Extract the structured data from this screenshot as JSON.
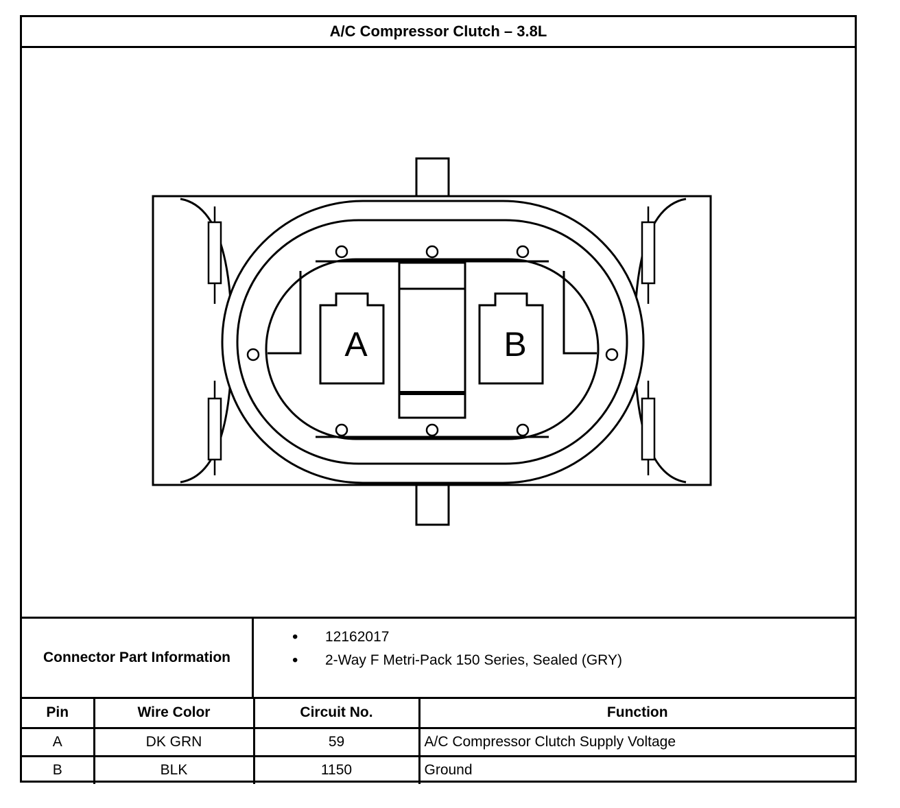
{
  "title": "A/C Compressor Clutch – 3.8L",
  "diagram": {
    "cavity_a_label": "A",
    "cavity_b_label": "B"
  },
  "connector_info": {
    "label": "Connector Part Information",
    "items": [
      "12162017",
      "2-Way F Metri-Pack 150 Series, Sealed (GRY)"
    ]
  },
  "pin_table": {
    "headers": {
      "pin": "Pin",
      "wire_color": "Wire Color",
      "circuit_no": "Circuit No.",
      "function": "Function"
    },
    "rows": [
      {
        "pin": "A",
        "wire_color": "DK GRN",
        "circuit_no": "59",
        "function": "A/C Compressor Clutch Supply Voltage"
      },
      {
        "pin": "B",
        "wire_color": "BLK",
        "circuit_no": "1150",
        "function": "Ground"
      }
    ]
  }
}
